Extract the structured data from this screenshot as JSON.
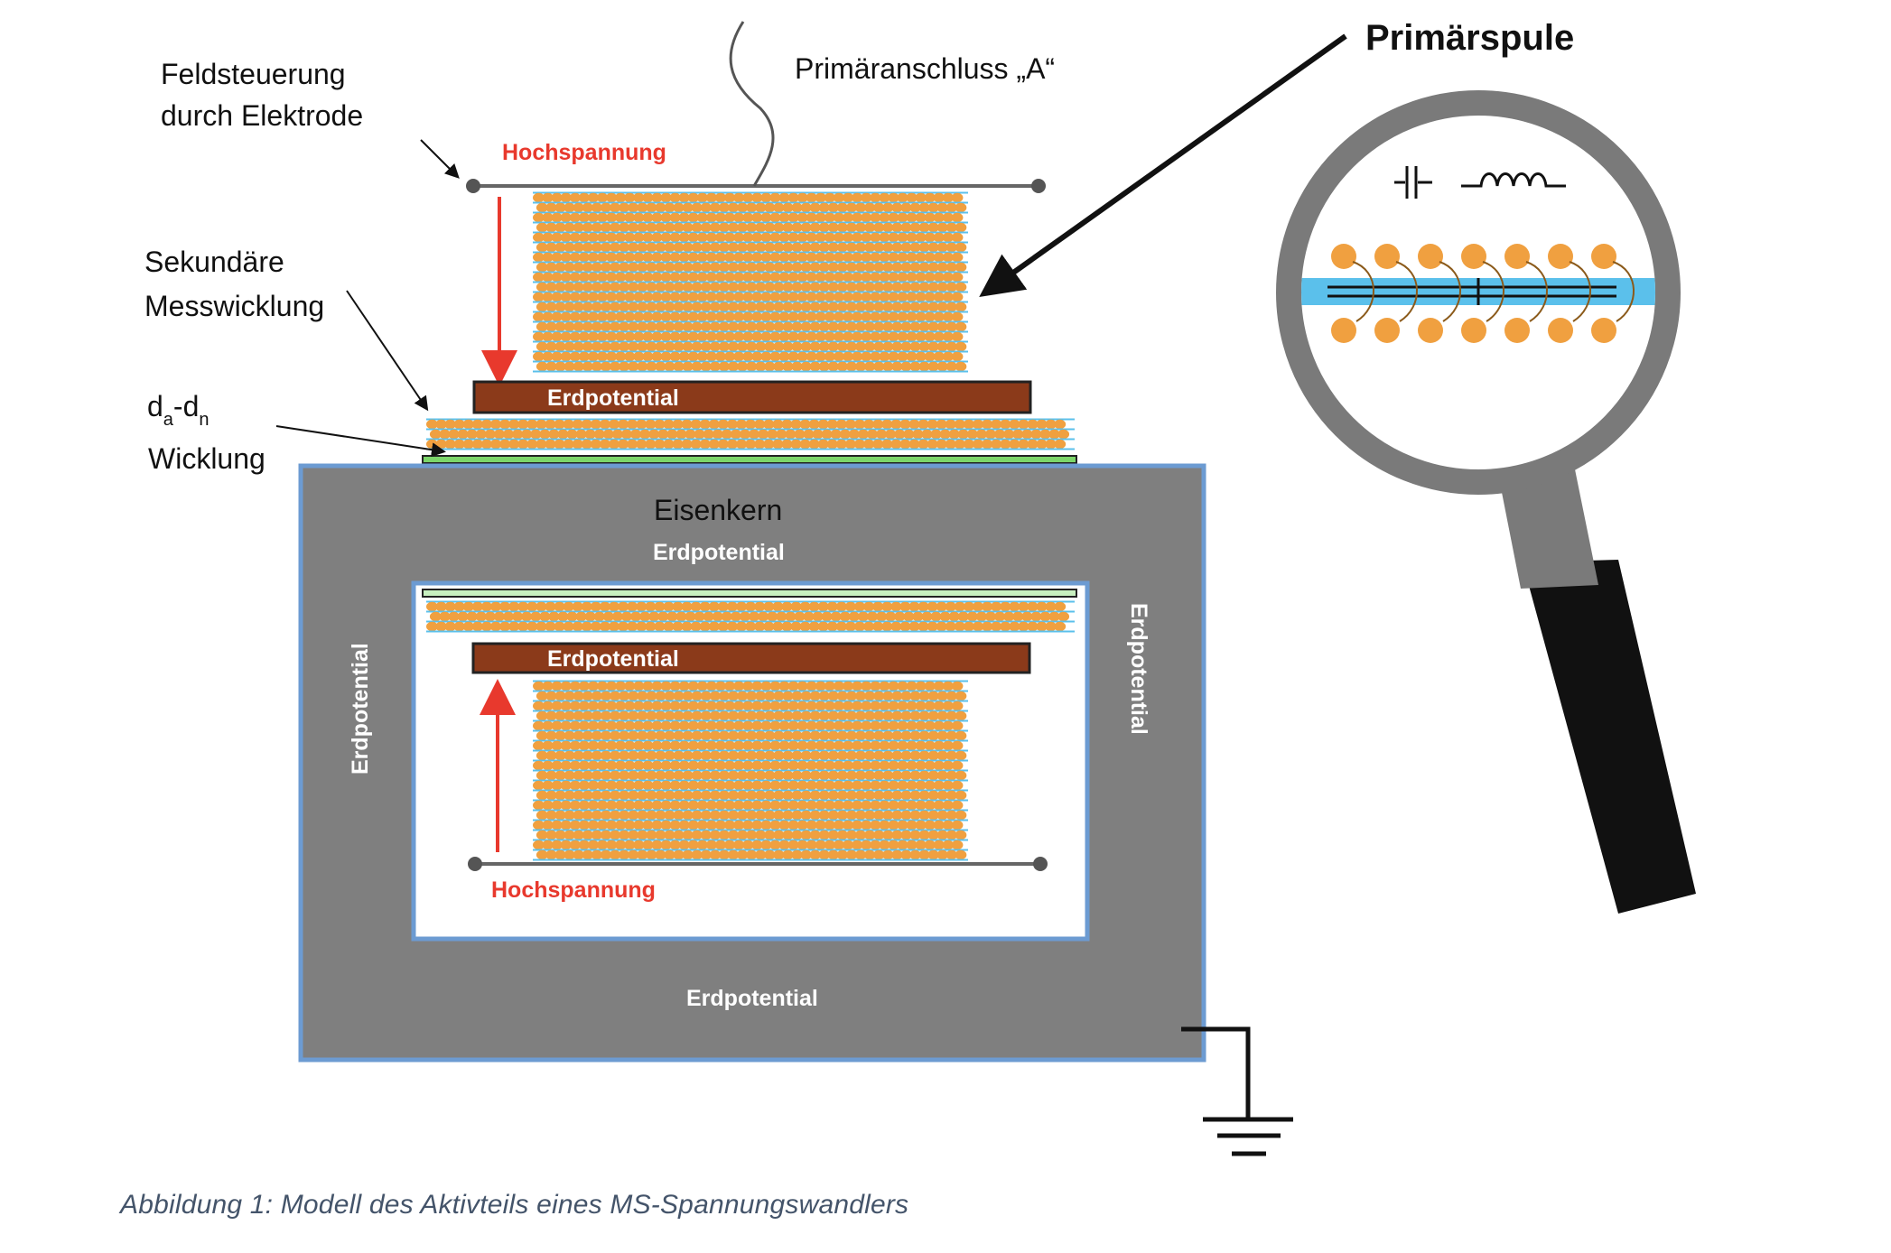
{
  "labels": {
    "feldsteuerung_line1": "Feldsteuerung",
    "feldsteuerung_line2": "durch Elektrode",
    "primaeranschluss": "Primäranschluss „A“",
    "primaerspule": "Primärspule",
    "hochspannung_top": "Hochspannung",
    "hochspannung_bottom": "Hochspannung",
    "sekundaere_line1": "Sekundäre",
    "sekundaere_line2": "Messwicklung",
    "dadn_d1": "d",
    "dadn_sub1": "a",
    "dadn_dash": "-d",
    "dadn_sub2": "n",
    "wicklung": "Wicklung",
    "erdpotential_bar_top": "Erdpotential",
    "erdpotential_bar_inner": "Erdpotential",
    "eisenkern": "Eisenkern",
    "erdpotential_core_top": "Erdpotential",
    "erdpotential_core_left": "Erdpotential",
    "erdpotential_core_right": "Erdpotential",
    "erdpotential_core_bottom": "Erdpotential"
  },
  "caption": "Abbildung 1: Modell des Aktivteils eines MS-Spannungswandlers",
  "colors": {
    "winding_dot": "#f0a040",
    "winding_line": "#5bc0eb",
    "earth_bar": "#8b3a1a",
    "core": "#7f7f7f",
    "core_border": "#6c9bd2",
    "arrow": "#e8392d",
    "green_layer": "#7cd66a"
  },
  "icons": [
    "capacitor-icon",
    "inductor-icon",
    "ground-icon",
    "magnifying-glass-icon"
  ]
}
